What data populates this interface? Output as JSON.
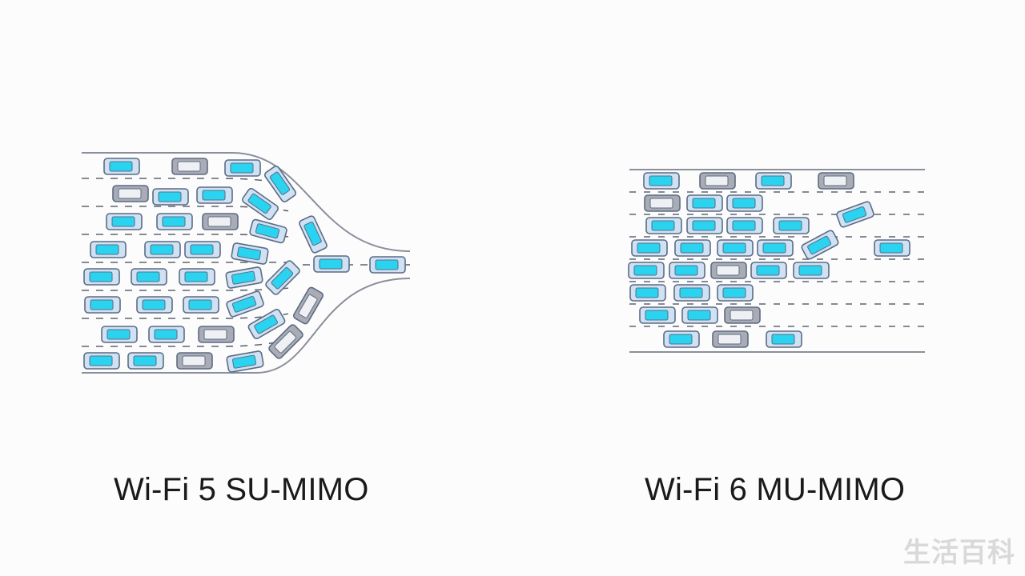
{
  "captions": {
    "left": "Wi-Fi 5 SU-MIMO",
    "right": "Wi-Fi 6 MU-MIMO"
  },
  "watermark": "生活百科",
  "colors": {
    "background": "#fcfcfc",
    "road_line": "#8a8f9c",
    "lane_dash": "#5f6470",
    "car_outline": "#5d6b84",
    "car_blue_body": "#cfe2f4",
    "car_blue_window": "#2ad3f0",
    "car_grey_body": "#a9acb4",
    "car_grey_window": "#eef0f3",
    "text": "#1a1a1a",
    "watermark": "#d9d9d9"
  }
}
